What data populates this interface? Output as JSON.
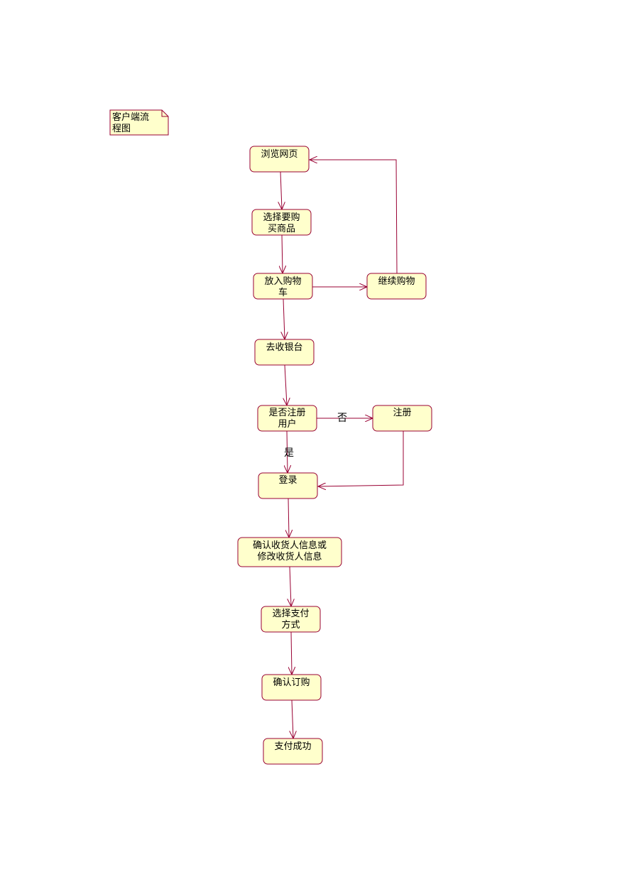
{
  "note": {
    "text": [
      "客户端流",
      "程图"
    ]
  },
  "nodes": [
    {
      "id": "browse",
      "lines": [
        "浏览网页"
      ]
    },
    {
      "id": "select",
      "lines": [
        "选择要购",
        "买商品"
      ]
    },
    {
      "id": "cart",
      "lines": [
        "放入购物",
        "车"
      ]
    },
    {
      "id": "continue",
      "lines": [
        "继续购物"
      ]
    },
    {
      "id": "checkout",
      "lines": [
        "去收银台"
      ]
    },
    {
      "id": "isreg",
      "lines": [
        "是否注册",
        "用户"
      ]
    },
    {
      "id": "register",
      "lines": [
        "注册"
      ]
    },
    {
      "id": "login",
      "lines": [
        "登录"
      ]
    },
    {
      "id": "confirm",
      "lines": [
        "确认收货人信息或",
        "修改收货人信息"
      ]
    },
    {
      "id": "pay",
      "lines": [
        "选择支付",
        "方式"
      ]
    },
    {
      "id": "order",
      "lines": [
        "确认订购"
      ]
    },
    {
      "id": "success",
      "lines": [
        "支付成功"
      ]
    }
  ],
  "edges": [
    {
      "from": "browse",
      "to": "select",
      "label": ""
    },
    {
      "from": "select",
      "to": "cart",
      "label": ""
    },
    {
      "from": "cart",
      "to": "continue",
      "label": ""
    },
    {
      "from": "continue",
      "to": "browse",
      "label": ""
    },
    {
      "from": "cart",
      "to": "checkout",
      "label": ""
    },
    {
      "from": "checkout",
      "to": "isreg",
      "label": ""
    },
    {
      "from": "isreg",
      "to": "register",
      "label": "否"
    },
    {
      "from": "isreg",
      "to": "login",
      "label": "是"
    },
    {
      "from": "register",
      "to": "login",
      "label": ""
    },
    {
      "from": "login",
      "to": "confirm",
      "label": ""
    },
    {
      "from": "confirm",
      "to": "pay",
      "label": ""
    },
    {
      "from": "pay",
      "to": "order",
      "label": ""
    },
    {
      "from": "order",
      "to": "success",
      "label": ""
    }
  ],
  "colors": {
    "node_fill": "#ffffcc",
    "stroke": "#990033",
    "text": "#000000"
  }
}
